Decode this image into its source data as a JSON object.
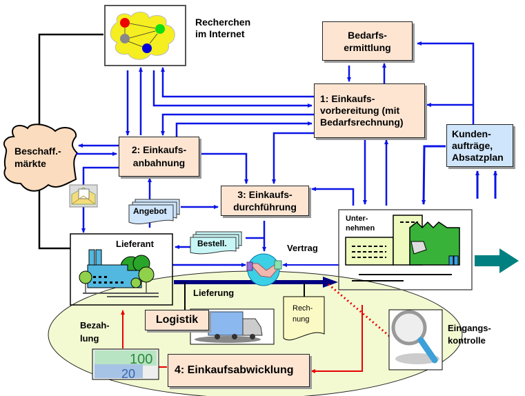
{
  "title": "Einkaufsprozess",
  "nodes": {
    "internet": {
      "label_line1": "Recherchen",
      "label_line2": "im Internet"
    },
    "bedarfsermittlung": {
      "line1": "Bedarfs-",
      "line2": "ermittlung"
    },
    "einkaufsvorbereitung": {
      "line1": "1: Einkaufs-",
      "line2": "vorbereitung (mit",
      "line3": "Bedarfsrechnung)"
    },
    "kundenauftraege": {
      "line1": "Kunden-",
      "line2": "aufträge,",
      "line3": "Absatzplan"
    },
    "beschaffungsmaerkte": {
      "line1": "Beschaff.-",
      "line2": "märkte"
    },
    "einkaufsanbahnung": {
      "line1": "2: Einkaufs-",
      "line2": "anbahnung"
    },
    "einkaufsdurchfuehrung": {
      "line1": "3: Einkaufs-",
      "line2": "durchführung"
    },
    "angebot": {
      "label": "Angebot"
    },
    "bestellung": {
      "label": "Bestell."
    },
    "lieferant": {
      "label": "Lieferant"
    },
    "unternehmen": {
      "line1": "Unter-",
      "line2": "nehmen"
    },
    "vertrag": {
      "label": "Vertrag"
    },
    "lieferung": {
      "label": "Lieferung"
    },
    "logistik": {
      "label": "Logistik"
    },
    "rechnung": {
      "line1": "Rech-",
      "line2": "nung"
    },
    "bezahlung": {
      "line1": "Bezah-",
      "line2": "lung"
    },
    "eingangskontrolle": {
      "line1": "Eingangs-",
      "line2": "kontrolle"
    },
    "einkaufsabwicklung": {
      "label": "4: Einkaufsabwicklung"
    },
    "money": {
      "note1": "100",
      "note2": "20"
    }
  },
  "colors": {
    "arrow_blue": "#0a14e6",
    "payment_red": "#e60000",
    "delivery_navy": "#000080",
    "output_teal": "#008080",
    "process_box": "#fde5d2",
    "info_box": "#cfe5fb",
    "ellipse_fill": "#f3fad2"
  }
}
